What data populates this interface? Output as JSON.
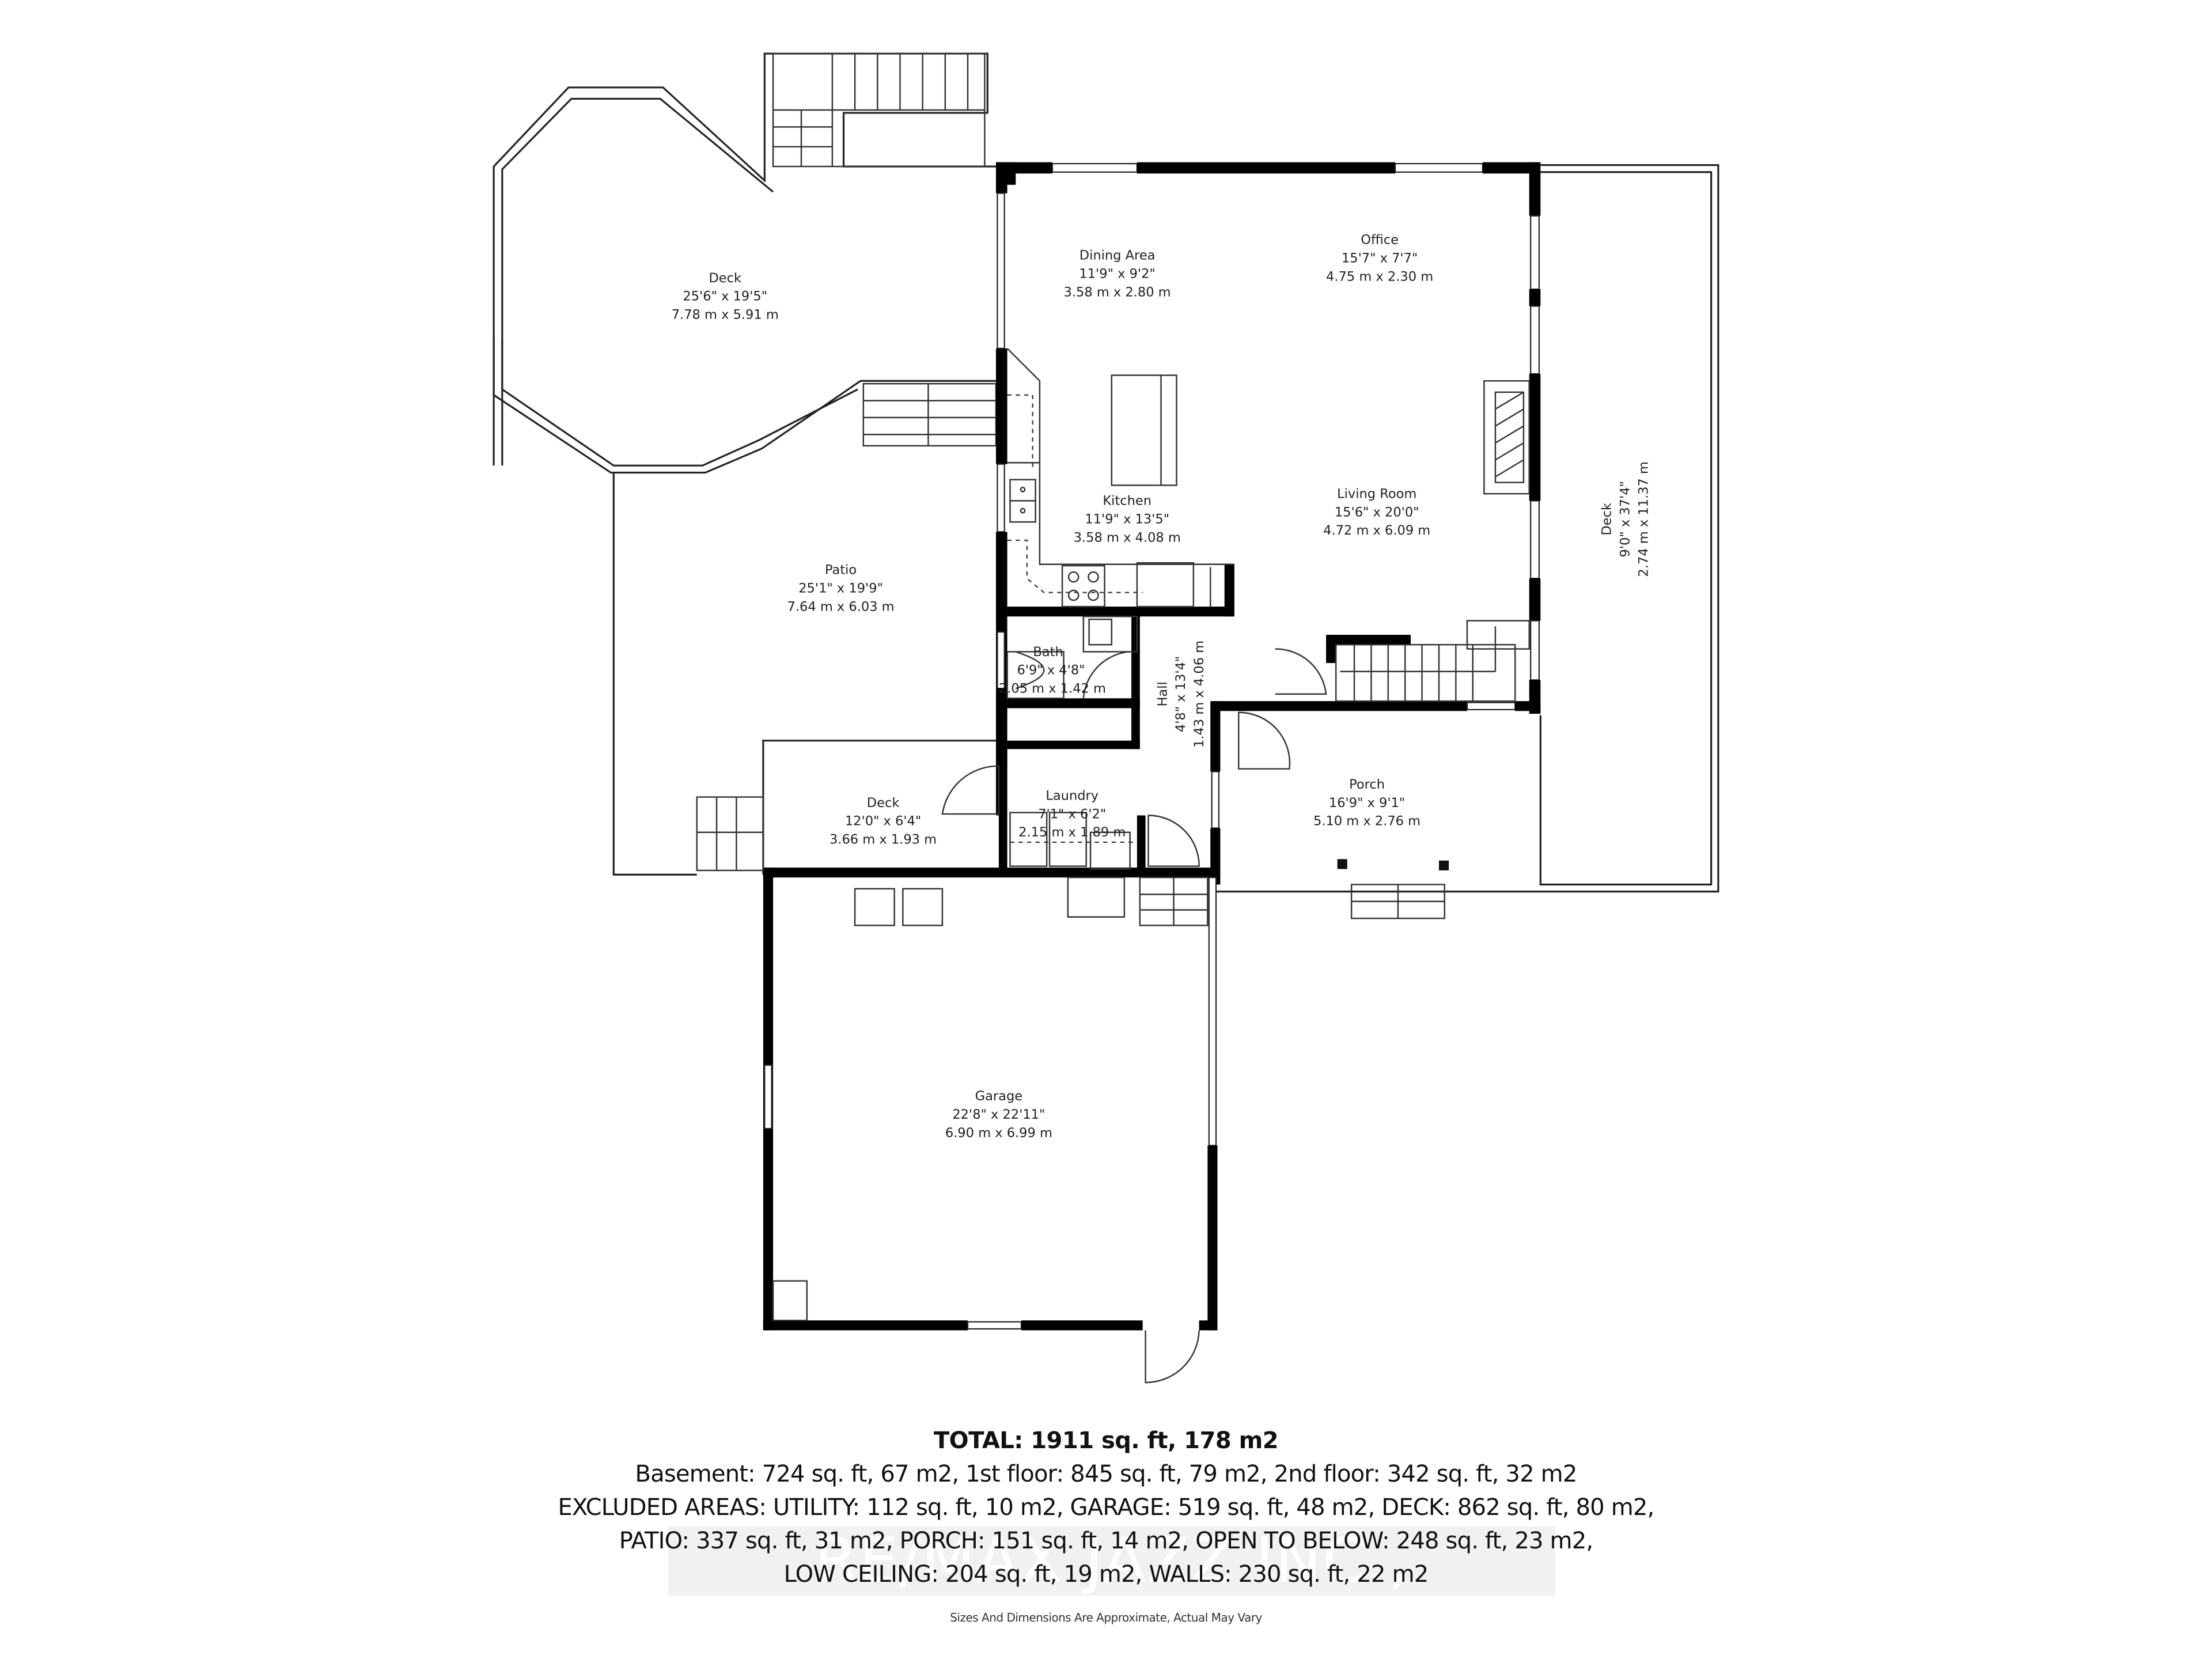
{
  "floorplan": {
    "rooms": [
      {
        "id": "deck_octagon",
        "name": "Deck",
        "imperial": "25'6\" x 19'5\"",
        "metric": "7.78 m x 5.91 m"
      },
      {
        "id": "dining",
        "name": "Dining Area",
        "imperial": "11'9\" x 9'2\"",
        "metric": "3.58 m x 2.80 m"
      },
      {
        "id": "office",
        "name": "Office",
        "imperial": "15'7\" x 7'7\"",
        "metric": "4.75 m x 2.30 m"
      },
      {
        "id": "kitchen",
        "name": "Kitchen",
        "imperial": "11'9\" x 13'5\"",
        "metric": "3.58 m x 4.08 m"
      },
      {
        "id": "living",
        "name": "Living Room",
        "imperial": "15'6\" x 20'0\"",
        "metric": "4.72 m x 6.09 m"
      },
      {
        "id": "deck_east",
        "name": "Deck",
        "imperial": "9'0\" x 37'4\"",
        "metric": "2.74 m x 11.37 m"
      },
      {
        "id": "patio",
        "name": "Patio",
        "imperial": "25'1\" x 19'9\"",
        "metric": "7.64 m x 6.03 m"
      },
      {
        "id": "bath",
        "name": "Bath",
        "imperial": "6'9\" x 4'8\"",
        "metric": "2.05 m x 1.42 m"
      },
      {
        "id": "hall",
        "name": "Hall",
        "imperial": "4'8\" x 13'4\"",
        "metric": "1.43 m x 4.06 m"
      },
      {
        "id": "deck_small",
        "name": "Deck",
        "imperial": "12'0\" x 6'4\"",
        "metric": "3.66 m x 1.93 m"
      },
      {
        "id": "laundry",
        "name": "Laundry",
        "imperial": "7'1\" x 6'2\"",
        "metric": "2.15 m x 1.89 m"
      },
      {
        "id": "porch",
        "name": "Porch",
        "imperial": "16'9\" x 9'1\"",
        "metric": "5.10 m x 2.76 m"
      },
      {
        "id": "garage",
        "name": "Garage",
        "imperial": "22'8\" x 22'11\"",
        "metric": "6.90 m x 6.99 m"
      }
    ],
    "icons": [
      "stairs-icon",
      "door-swing-icon",
      "window-icon",
      "stove-icon",
      "sink-icon",
      "kitchen-island-icon",
      "fireplace-icon",
      "washer-dryer-icon",
      "bathtub-icon",
      "toilet-icon"
    ]
  },
  "summary": {
    "total": "TOTAL: 1911 sq. ft, 178 m2",
    "line1": "Basement: 724 sq. ft, 67 m2, 1st floor: 845 sq. ft, 79 m2, 2nd floor: 342 sq. ft, 32 m2",
    "line2": "EXCLUDED AREAS: UTILITY: 112 sq. ft, 10 m2, GARAGE: 519 sq. ft, 48 m2, DECK: 862 sq. ft, 80 m2,",
    "line3": "PATIO: 337 sq. ft, 31 m2, PORCH: 151 sq. ft, 14 m2, OPEN TO BELOW: 248 sq. ft, 23 m2,",
    "line4": "LOW CEILING: 204 sq. ft, 19 m2, WALLS: 230 sq. ft, 22 m2",
    "disclaimer": "Sizes And Dimensions Are Approximate, Actual May Vary"
  },
  "watermark": "RE/MAX JAZZ INC., Brokerage"
}
